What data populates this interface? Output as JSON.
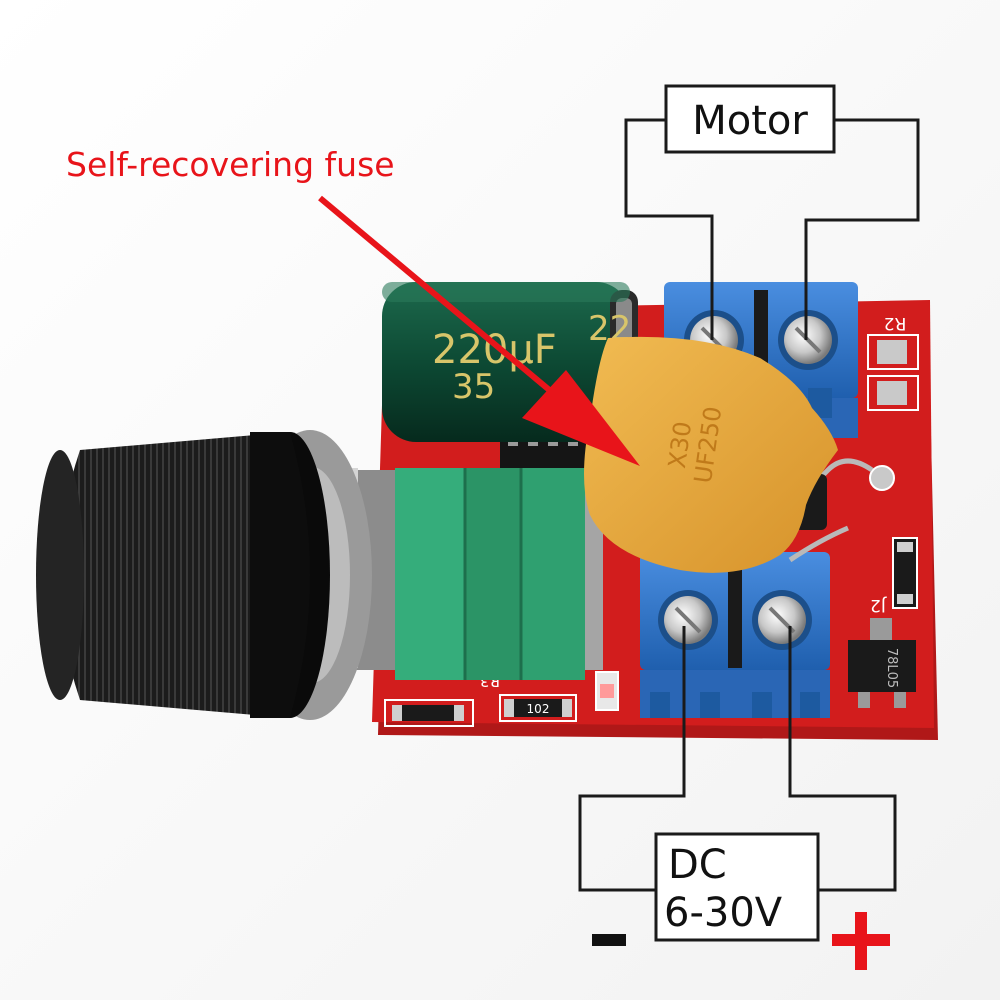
{
  "annotation": {
    "fuse_label": "Self-recovering fuse"
  },
  "motor_box": {
    "label": "Motor"
  },
  "power_box": {
    "line1": "DC",
    "line2": "6-30V"
  },
  "polarity": {
    "negative": "-",
    "positive": "+"
  },
  "capacitor": {
    "value": "220µF",
    "voltage": "35",
    "partial": "22"
  },
  "fuse_marking": {
    "line1": "X30",
    "line2": "UF250"
  },
  "pcb_marks": {
    "r2": "R2",
    "j2": "J2",
    "r3": "R3",
    "resistor": "102",
    "regulator": "78L05"
  },
  "colors": {
    "arrow": "#e8141a",
    "pcb": "#d21d1d",
    "terminal": "#2f76c8",
    "fuse_body": "#eaaa3a",
    "capacitor": "#0d4a34",
    "pot": "#2fa070"
  }
}
